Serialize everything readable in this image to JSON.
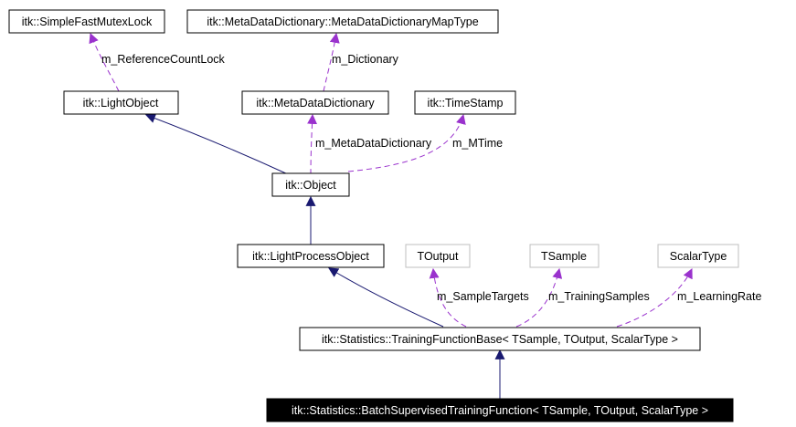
{
  "colors": {
    "inheritance": "#191970",
    "usage": "#9a32cd",
    "node_border": "#000000",
    "template_border": "#bfbfbf",
    "focus_fill": "#000000",
    "focus_text": "#ffffff"
  },
  "nodes": {
    "simple_fast_mutex_lock": "itk::SimpleFastMutexLock",
    "meta_data_dictionary_map_type": "itk::MetaDataDictionary::MetaDataDictionaryMapType",
    "light_object": "itk::LightObject",
    "meta_data_dictionary": "itk::MetaDataDictionary",
    "time_stamp": "itk::TimeStamp",
    "object": "itk::Object",
    "light_process_object": "itk::LightProcessObject",
    "t_output": "TOutput",
    "t_sample": "TSample",
    "scalar_type": "ScalarType",
    "training_function_base": "itk::Statistics::TrainingFunctionBase< TSample, TOutput, ScalarType >",
    "batch_supervised_training_function": "itk::Statistics::BatchSupervisedTrainingFunction< TSample, TOutput, ScalarType >"
  },
  "edges": {
    "reference_count_lock": "m_ReferenceCountLock",
    "dictionary": "m_Dictionary",
    "meta_data_dictionary": "m_MetaDataDictionary",
    "m_time": "m_MTime",
    "sample_targets": "m_SampleTargets",
    "training_samples": "m_TrainingSamples",
    "learning_rate": "m_LearningRate"
  }
}
